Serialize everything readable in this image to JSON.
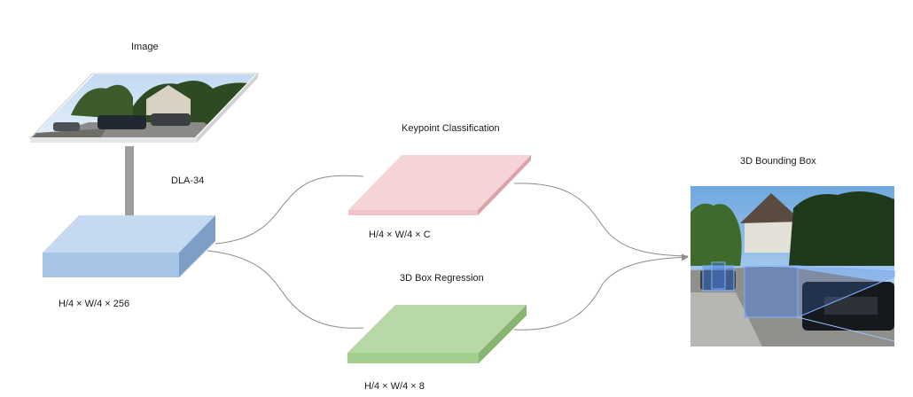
{
  "labels": {
    "image": "Image",
    "backbone": "DLA-34",
    "backbone_shape": "H/4 × W/4 × 256",
    "keypoint_title": "Keypoint Classification",
    "keypoint_shape": "H/4 × W/4 × C",
    "regression_title": "3D Box Regression",
    "regression_shape": "H/4 × W/4 × 8",
    "output_title": "3D Bounding Box"
  },
  "colors": {
    "backbone_top": "#c5d9f0",
    "backbone_front": "#a6c4e6",
    "backbone_side": "#7d9fc6",
    "keypoint_top": "#f5d3d6",
    "keypoint_front": "#f0c3c7",
    "keypoint_side": "#d9a3a8",
    "regression_top": "#b7d9a7",
    "regression_front": "#a3cf8e",
    "regression_side": "#86b672",
    "arrow_gray": "#999999",
    "connector": "#8c8c8c",
    "box3d": "#4a7fe0"
  }
}
